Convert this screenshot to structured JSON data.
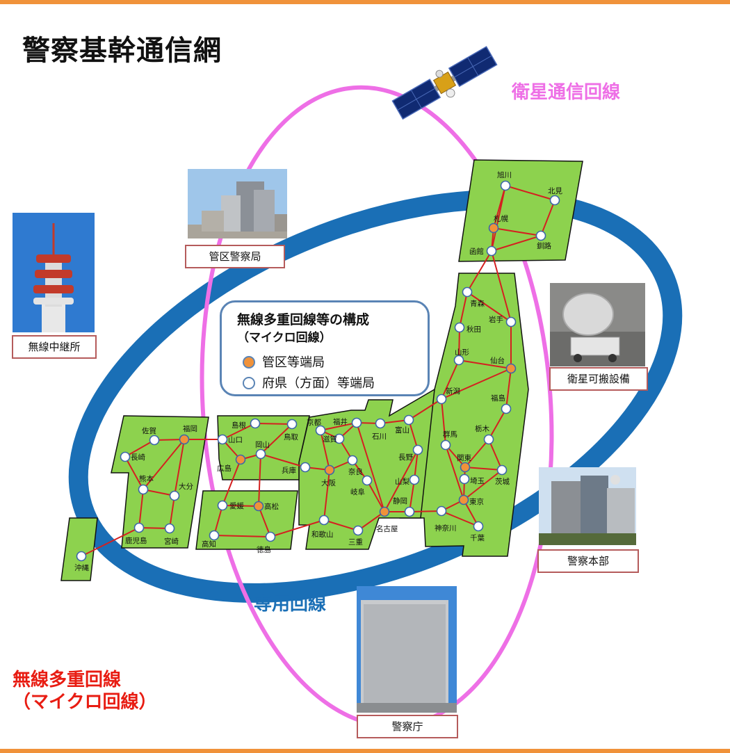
{
  "title": "警察基幹通信網",
  "labels": {
    "satellite": "衛星通信回線",
    "dedicated": "専用回線",
    "microwave_1": "無線多重回線",
    "microwave_2": "（マイクロ回線）"
  },
  "captions": {
    "regional_bureau": "管区警察局",
    "relay_station": "無線中継所",
    "portable_satellite": "衛星可搬設備",
    "prefectural_hq": "警察本部",
    "npa": "警察庁"
  },
  "legend": {
    "heading": "無線多重回線等の構成",
    "subheading": "（マイクロ回線）",
    "items": [
      {
        "label": "管区等端局",
        "color": "#f0923a"
      },
      {
        "label": "府県（方面）等端局",
        "color": "#ffffff"
      }
    ]
  },
  "colors": {
    "accent_bar": "#f0923a",
    "satellite_ring": "#ee6fe6",
    "dedicated_ring": "#1a6fb6",
    "map_fill": "#8dd24e",
    "link_line": "#d42020"
  },
  "stations": [
    {
      "name": "旭川",
      "type": "prefecture"
    },
    {
      "name": "北見",
      "type": "prefecture"
    },
    {
      "name": "札幌",
      "type": "regional"
    },
    {
      "name": "釧路",
      "type": "prefecture"
    },
    {
      "name": "函館",
      "type": "prefecture"
    },
    {
      "name": "青森",
      "type": "prefecture"
    },
    {
      "name": "岩手",
      "type": "prefecture"
    },
    {
      "name": "秋田",
      "type": "prefecture"
    },
    {
      "name": "山形",
      "type": "prefecture"
    },
    {
      "name": "仙台",
      "type": "regional"
    },
    {
      "name": "新潟",
      "type": "prefecture"
    },
    {
      "name": "福島",
      "type": "prefecture"
    },
    {
      "name": "栃木",
      "type": "prefecture"
    },
    {
      "name": "群馬",
      "type": "prefecture"
    },
    {
      "name": "関東",
      "type": "regional"
    },
    {
      "name": "茨城",
      "type": "prefecture"
    },
    {
      "name": "埼玉",
      "type": "prefecture"
    },
    {
      "name": "東京",
      "type": "regional"
    },
    {
      "name": "千葉",
      "type": "prefecture"
    },
    {
      "name": "神奈川",
      "type": "prefecture"
    },
    {
      "name": "静岡",
      "type": "prefecture"
    },
    {
      "name": "名古屋",
      "type": "regional"
    },
    {
      "name": "長野",
      "type": "prefecture"
    },
    {
      "name": "山梨",
      "type": "prefecture"
    },
    {
      "name": "富山",
      "type": "prefecture"
    },
    {
      "name": "石川",
      "type": "prefecture"
    },
    {
      "name": "福井",
      "type": "prefecture"
    },
    {
      "name": "岐阜",
      "type": "prefecture"
    },
    {
      "name": "三重",
      "type": "prefecture"
    },
    {
      "name": "滋賀",
      "type": "prefecture"
    },
    {
      "name": "京都",
      "type": "prefecture"
    },
    {
      "name": "奈良",
      "type": "prefecture"
    },
    {
      "name": "大阪",
      "type": "regional"
    },
    {
      "name": "和歌山",
      "type": "prefecture"
    },
    {
      "name": "兵庫",
      "type": "prefecture"
    },
    {
      "name": "鳥取",
      "type": "prefecture"
    },
    {
      "name": "岡山",
      "type": "prefecture"
    },
    {
      "name": "島根",
      "type": "prefecture"
    },
    {
      "name": "広島",
      "type": "regional"
    },
    {
      "name": "山口",
      "type": "prefecture"
    },
    {
      "name": "愛媛",
      "type": "prefecture"
    },
    {
      "name": "高松",
      "type": "regional"
    },
    {
      "name": "高知",
      "type": "prefecture"
    },
    {
      "name": "徳島",
      "type": "prefecture"
    },
    {
      "name": "福岡",
      "type": "regional"
    },
    {
      "name": "佐賀",
      "type": "prefecture"
    },
    {
      "name": "長崎",
      "type": "prefecture"
    },
    {
      "name": "熊本",
      "type": "prefecture"
    },
    {
      "name": "大分",
      "type": "prefecture"
    },
    {
      "name": "鹿児島",
      "type": "prefecture"
    },
    {
      "name": "宮崎",
      "type": "prefecture"
    },
    {
      "name": "沖縄",
      "type": "prefecture"
    }
  ],
  "links": [
    [
      "旭川",
      "北見"
    ],
    [
      "旭川",
      "札幌"
    ],
    [
      "北見",
      "釧路"
    ],
    [
      "札幌",
      "釧路"
    ],
    [
      "札幌",
      "函館"
    ],
    [
      "函館",
      "釧路"
    ],
    [
      "旭川",
      "函館"
    ],
    [
      "函館",
      "青森"
    ],
    [
      "函館",
      "岩手"
    ],
    [
      "青森",
      "岩手"
    ],
    [
      "青森",
      "秋田"
    ],
    [
      "秋田",
      "山形"
    ],
    [
      "岩手",
      "仙台"
    ],
    [
      "山形",
      "仙台"
    ],
    [
      "山形",
      "新潟"
    ],
    [
      "仙台",
      "福島"
    ],
    [
      "仙台",
      "新潟"
    ],
    [
      "福島",
      "栃木"
    ],
    [
      "栃木",
      "茨城"
    ],
    [
      "栃木",
      "関東"
    ],
    [
      "関東",
      "茨城"
    ],
    [
      "関東",
      "埼玉"
    ],
    [
      "埼玉",
      "東京"
    ],
    [
      "茨城",
      "東京"
    ],
    [
      "東京",
      "千葉"
    ],
    [
      "東京",
      "神奈川"
    ],
    [
      "神奈川",
      "静岡"
    ],
    [
      "千葉",
      "神奈川"
    ],
    [
      "静岡",
      "名古屋"
    ],
    [
      "新潟",
      "群馬"
    ],
    [
      "群馬",
      "関東"
    ],
    [
      "群馬",
      "東京"
    ],
    [
      "新潟",
      "富山"
    ],
    [
      "富山",
      "長野"
    ],
    [
      "長野",
      "山梨"
    ],
    [
      "山梨",
      "静岡"
    ],
    [
      "長野",
      "名古屋"
    ],
    [
      "富山",
      "石川"
    ],
    [
      "石川",
      "福井"
    ],
    [
      "福井",
      "名古屋"
    ],
    [
      "福井",
      "滋賀"
    ],
    [
      "名古屋",
      "三重"
    ],
    [
      "名古屋",
      "岐阜"
    ],
    [
      "岐阜",
      "奈良"
    ],
    [
      "福井",
      "京都"
    ],
    [
      "京都",
      "滋賀"
    ],
    [
      "京都",
      "大阪"
    ],
    [
      "滋賀",
      "奈良"
    ],
    [
      "奈良",
      "大阪"
    ],
    [
      "大阪",
      "和歌山"
    ],
    [
      "和歌山",
      "三重"
    ],
    [
      "大阪",
      "兵庫"
    ],
    [
      "兵庫",
      "岡山"
    ],
    [
      "岡山",
      "鳥取"
    ],
    [
      "鳥取",
      "島根"
    ],
    [
      "島根",
      "山口"
    ],
    [
      "山口",
      "広島"
    ],
    [
      "広島",
      "岡山"
    ],
    [
      "広島",
      "愛媛"
    ],
    [
      "愛媛",
      "高松"
    ],
    [
      "愛媛",
      "高知"
    ],
    [
      "高知",
      "徳島"
    ],
    [
      "徳島",
      "高松"
    ],
    [
      "高松",
      "岡山"
    ],
    [
      "徳島",
      "和歌山"
    ],
    [
      "山口",
      "福岡"
    ],
    [
      "福岡",
      "佐賀"
    ],
    [
      "佐賀",
      "長崎"
    ],
    [
      "福岡",
      "熊本"
    ],
    [
      "長崎",
      "熊本"
    ],
    [
      "熊本",
      "大分"
    ],
    [
      "熊本",
      "鹿児島"
    ],
    [
      "大分",
      "宮崎"
    ],
    [
      "鹿児島",
      "宮崎"
    ],
    [
      "鹿児島",
      "沖縄"
    ],
    [
      "福岡",
      "大分"
    ]
  ]
}
